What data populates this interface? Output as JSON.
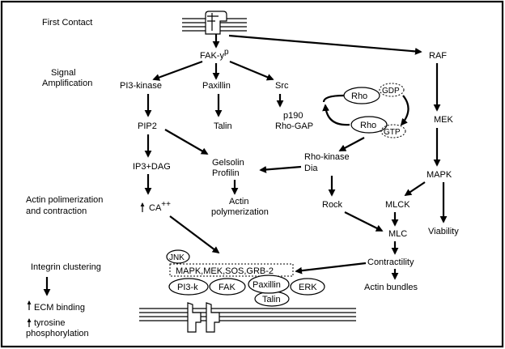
{
  "stages": {
    "first_contact": "First Contact",
    "signal_amp_1": "Signal",
    "signal_amp_2": "Amplification",
    "actin_1": "Actin polimerization",
    "actin_2": "and contraction",
    "integrin": "Integrin clustering",
    "ecm": "ECM binding",
    "tyr_1": "tyrosine",
    "tyr_2": "phosphorylation"
  },
  "nodes": {
    "fak": "FAK-y",
    "fak_sup": "p",
    "raf": "RAF",
    "pi3k": "PI3-kinase",
    "paxillin": "Paxillin",
    "src": "Src",
    "pip2": "PIP2",
    "talin": "Talin",
    "p190": "p190",
    "rhogap": "Rho-GAP",
    "rho_gdp": "Rho",
    "gdp": "GDP",
    "rho_gtp": "Rho",
    "gtp": "GTP",
    "mek": "MEK",
    "ip3dag": "IP3+DAG",
    "gelsolin": "Gelsolin",
    "profilin": "Profilin",
    "rhokinase": "Rho-kinase",
    "dia": "Dia",
    "ca": "CA",
    "ca_sup": "++",
    "actin_poly_1": "Actin",
    "actin_poly_2": "polymerization",
    "rock": "Rock",
    "mapk": "MAPK",
    "mlck": "MLCK",
    "viability": "Viability",
    "mlc": "MLC",
    "contractility": "Contractility",
    "actin_bundles": "Actin bundles"
  },
  "complex": {
    "jnk": "JNK",
    "cascade": "MAPK,MEK,SOS,GRB-2",
    "pi3k": "PI3-k",
    "fak": "FAK",
    "paxillin": "Paxillin",
    "erk": "ERK",
    "talin": "Talin"
  }
}
